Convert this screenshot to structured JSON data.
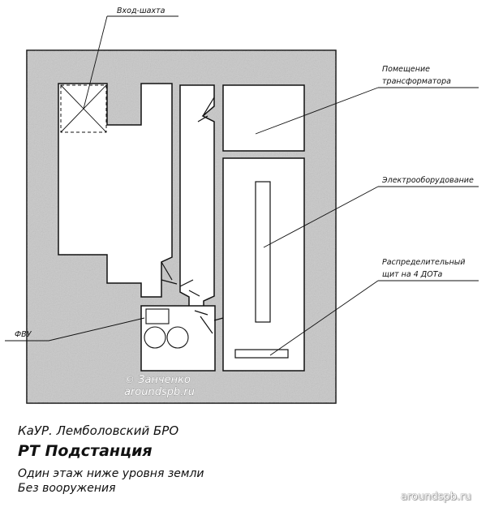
{
  "labels": {
    "shaft_entrance": "Вход-шахта",
    "transformer_room": "Помещение трансформатора",
    "transformer_room_l1": "Помещение",
    "transformer_room_l2": "трансформатора",
    "electrical_equipment": "Электрооборудование",
    "switchboard_l1": "Распределительный",
    "switchboard_l2": "щит на 4 ДОТа",
    "fvu": "ФВУ"
  },
  "watermark": {
    "copyright": "© Занченко",
    "site_inline": "aroundspb.ru",
    "site_corner": "aroundspb.ru"
  },
  "caption": {
    "organization": "КаУР. Лемболовский БРО",
    "object_name": "РТ Подстанция",
    "line1": "Один этаж ниже уровня земли",
    "line2": "Без вооружения"
  },
  "colors": {
    "concrete": "#c8c8c8",
    "line": "#111111",
    "background": "#ffffff"
  }
}
